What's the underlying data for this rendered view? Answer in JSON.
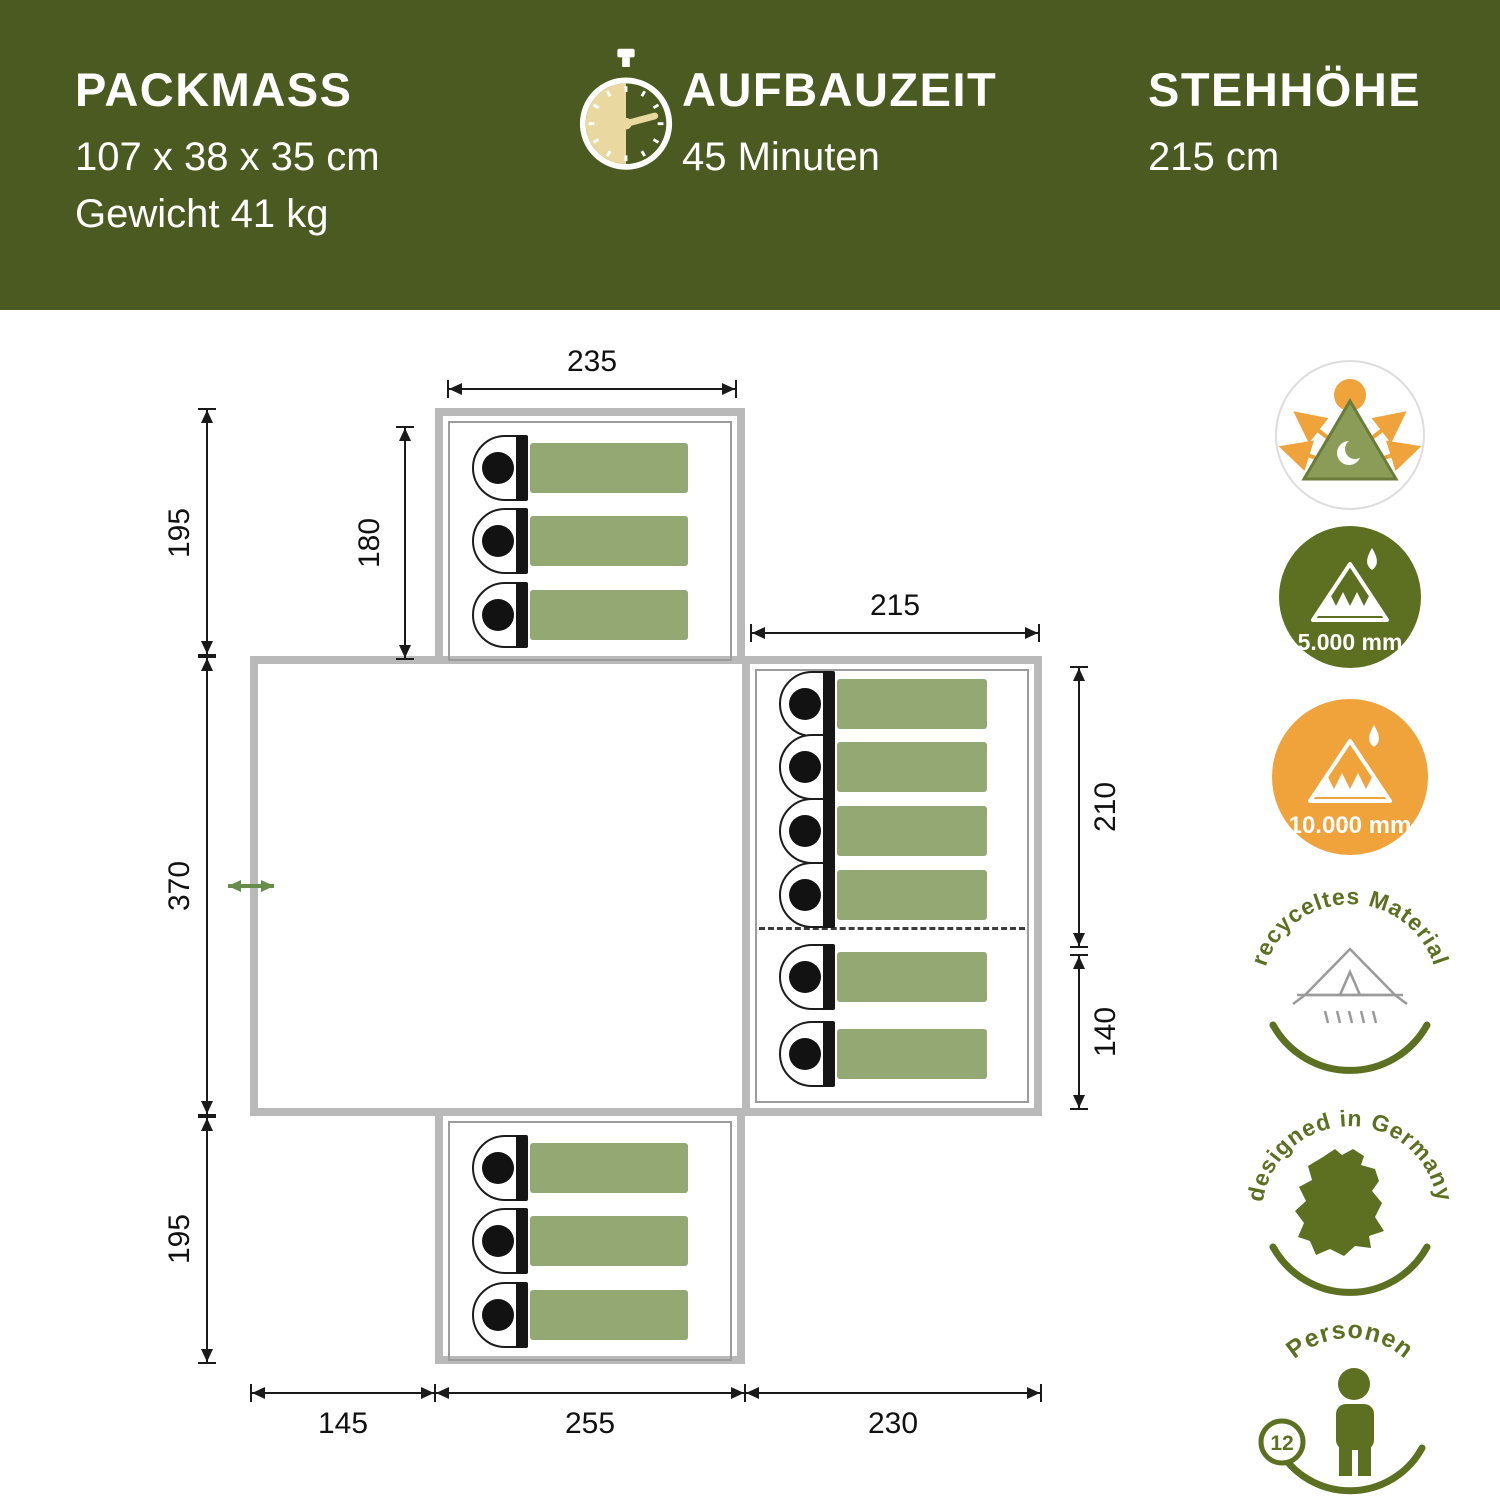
{
  "banner": {
    "bg_color": "#4b5a20",
    "packmass": {
      "title": "PACKMASS",
      "line1": "107 x 38 x 35 cm",
      "line2": "Gewicht 41 kg"
    },
    "aufbauzeit": {
      "title": "AUFBAUZEIT",
      "line1": "45 Minuten"
    },
    "stehhoehe": {
      "title": "STEHHÖHE",
      "line1": "215 cm"
    }
  },
  "floorplan": {
    "dims": {
      "top_width": "235",
      "top_cabin_height": "180",
      "left_top": "195",
      "left_middle": "370",
      "left_bottom": "195",
      "right_width": "215",
      "right_upper": "210",
      "right_lower": "140",
      "bottom_left": "145",
      "bottom_middle": "255",
      "bottom_right": "230"
    },
    "cabins": {
      "top_bags": 3,
      "right_upper_bags": 4,
      "right_lower_bags": 2,
      "bottom_bags": 3
    }
  },
  "badges": {
    "climate": {
      "icon": "tent-day-night-climate-icon"
    },
    "water_outer": {
      "label": "5.000 mm"
    },
    "water_floor": {
      "label": "10.000 mm"
    },
    "recycled": {
      "label": "recyceltes Material"
    },
    "germany": {
      "label": "designed in Germany"
    },
    "persons": {
      "count": "12",
      "label": "Personen"
    }
  },
  "icons": {
    "stopwatch": "stopwatch-icon",
    "entrance": "entrance-arrow-icon",
    "sleeper": "sleeping-bag-icon",
    "water": "water-drop-icon",
    "germany_map": "germany-map-icon",
    "person": "person-icon"
  },
  "colors": {
    "banner_olive": "#4b5a20",
    "badge_olive": "#5d7022",
    "accent_orange": "#f0a23b",
    "bag_green": "#94a873",
    "wall_gray": "#b9b9b9",
    "cream": "#e9d9a1"
  }
}
